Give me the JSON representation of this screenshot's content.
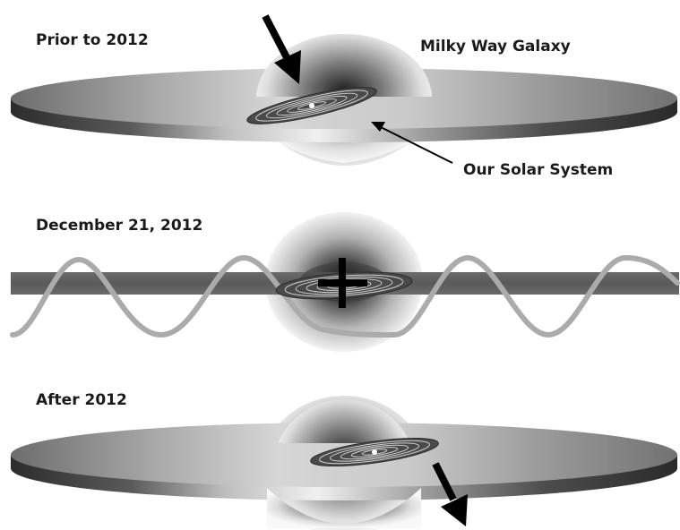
{
  "panels": {
    "prior": {
      "label": "Prior to 2012"
    },
    "december": {
      "label": "December 21, 2012"
    },
    "after": {
      "label": "After 2012"
    }
  },
  "callouts": {
    "galaxy": "Milky Way Galaxy",
    "solar_system": "Our Solar System"
  }
}
